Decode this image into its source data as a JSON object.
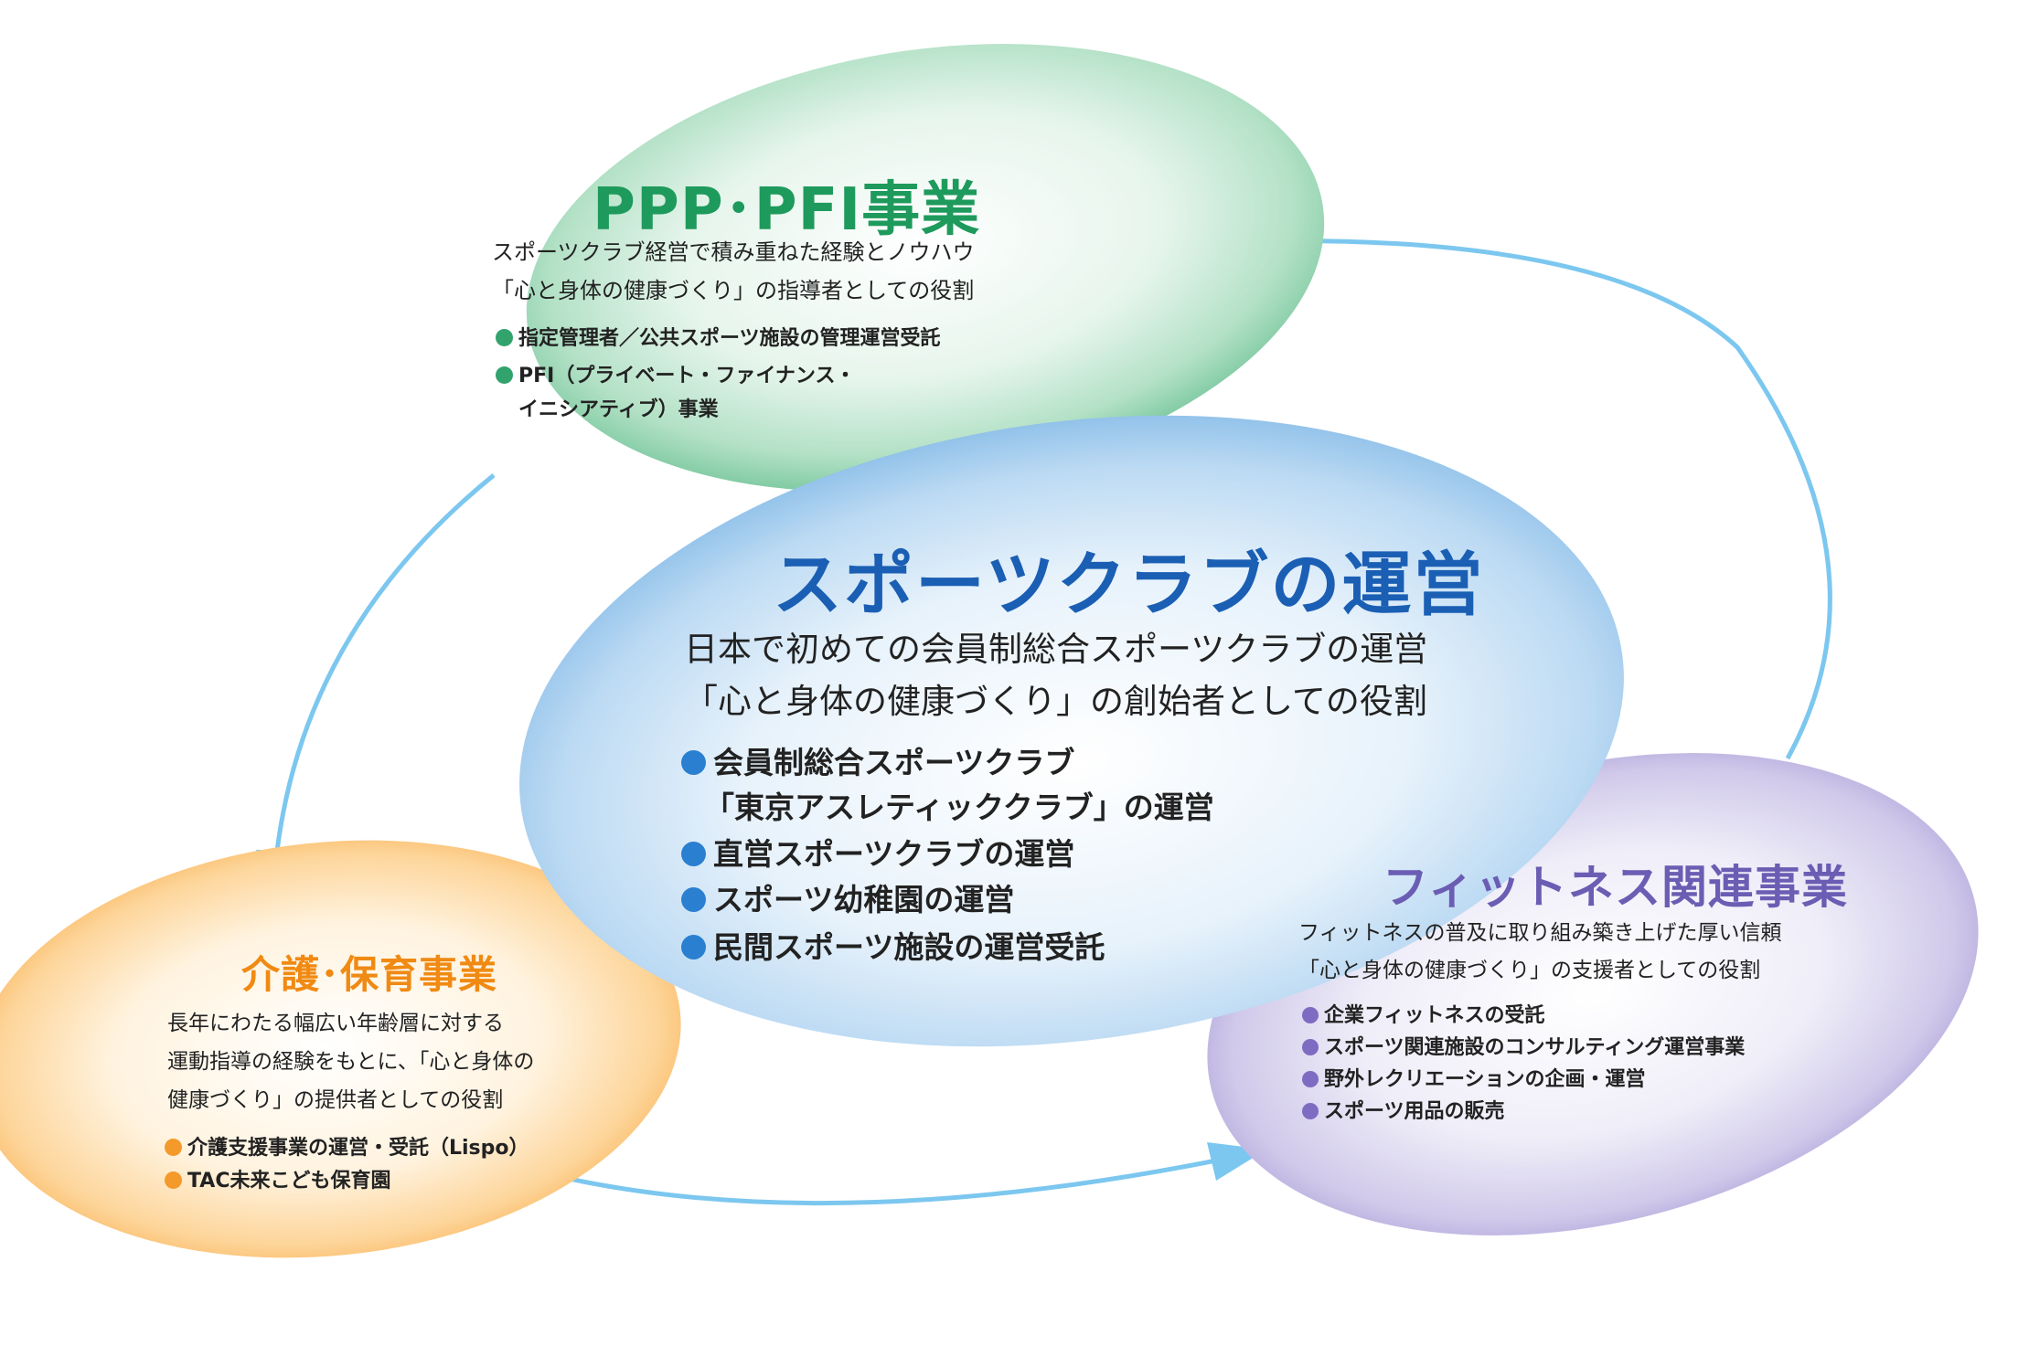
{
  "nodes": {
    "ppp": {
      "title": "PPP･PFI事業",
      "desc": [
        "スポーツクラブ経営で積み重ねた経験とノウハウ",
        "「心と身体の健康づくり」の指導者としての役割"
      ],
      "items": [
        "指定管理者／公共スポーツ施設の管理運営受託",
        "PFI（プライベート・ファイナンス・"
      ],
      "item_continuation": "イニシアティブ）事業",
      "color": "#1e9a5c"
    },
    "center": {
      "title": "スポーツクラブの運営",
      "desc": [
        "日本で初めての会員制総合スポーツクラブの運営",
        "「心と身体の健康づくり」の創始者としての役割"
      ],
      "items": [
        "会員制総合スポーツクラブ",
        "直営スポーツクラブの運営",
        "スポーツ幼稚園の運営",
        "民間スポーツ施設の運営受託"
      ],
      "item_continuation": "「東京アスレティッククラブ」の運営",
      "color": "#1a5fb4"
    },
    "care": {
      "title": "介護･保育事業",
      "desc": [
        "長年にわたる幅広い年齢層に対する",
        "運動指導の経験をもとに、「心と身体の",
        "健康づくり」の提供者としての役割"
      ],
      "items": [
        "介護支援事業の運営・受託（Lispo）",
        "TAC未来こども保育園"
      ],
      "color": "#f08a13"
    },
    "fitness": {
      "title": "フィットネス関連事業",
      "desc": [
        "フィットネスの普及に取り組み築き上げた厚い信頼",
        "「心と身体の健康づくり」の支援者としての役割"
      ],
      "items": [
        "企業フィットネスの受託",
        "スポーツ関連施設のコンサルティング運営事業",
        "野外レクリエーションの企画・運営",
        "スポーツ用品の販売"
      ],
      "color": "#6b5db3"
    }
  },
  "arrow_color": "#7cc7ef"
}
